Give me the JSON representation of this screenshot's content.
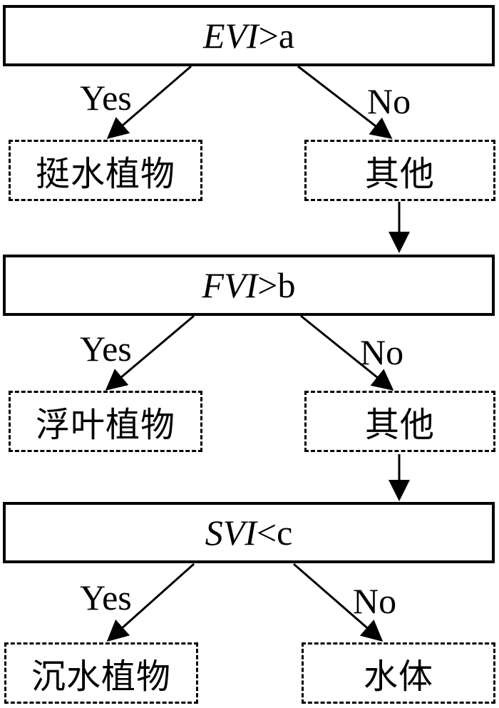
{
  "nodes": {
    "cond1": {
      "var": "EVI",
      "op": ">a"
    },
    "cond2": {
      "var": "FVI",
      "op": ">b"
    },
    "cond3": {
      "var": "SVI",
      "op": "<c"
    },
    "leaf1": "挺水植物",
    "leaf2": "其他",
    "leaf3": "浮叶植物",
    "leaf4": "其他",
    "leaf5": "沉水植物",
    "leaf6": "水体"
  },
  "edge_labels": {
    "yes": "Yes",
    "no": "No"
  }
}
